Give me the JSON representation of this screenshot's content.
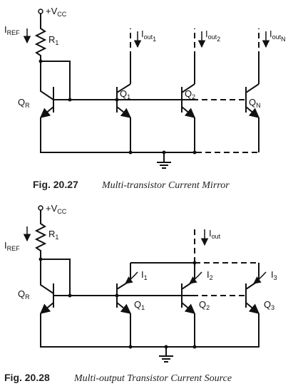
{
  "figure1": {
    "supply": {
      "plus": "+V",
      "sub": "CC"
    },
    "iref": {
      "main": "I",
      "sub": "REF"
    },
    "r1": {
      "main": "R",
      "sub": "1"
    },
    "qr": {
      "main": "Q",
      "sub": "R"
    },
    "q1": {
      "main": "Q",
      "sub": "1"
    },
    "q2": {
      "main": "Q",
      "sub": "2"
    },
    "qn": {
      "main": "Q",
      "sub": "N"
    },
    "iout1": {
      "main": "I",
      "sub": "out",
      "sub2": "1"
    },
    "iout2": {
      "main": "I",
      "sub": "out",
      "sub2": "2"
    },
    "ioutn": {
      "main": "I",
      "sub": "out",
      "sub2": "N"
    },
    "caption_number": "Fig. 20.27",
    "caption_title": "Multi-transistor Current Mirror"
  },
  "figure2": {
    "supply": {
      "plus": "+V",
      "sub": "CC"
    },
    "iref": {
      "main": "I",
      "sub": "REF"
    },
    "r1": {
      "main": "R",
      "sub": "1"
    },
    "qr": {
      "main": "Q",
      "sub": "R"
    },
    "q1": {
      "main": "Q",
      "sub": "1"
    },
    "q2": {
      "main": "Q",
      "sub": "2"
    },
    "q3": {
      "main": "Q",
      "sub": "3"
    },
    "i1": {
      "main": "I",
      "sub": "1"
    },
    "i2": {
      "main": "I",
      "sub": "2"
    },
    "i3": {
      "main": "I",
      "sub": "3"
    },
    "iout": {
      "main": "I",
      "sub": "out"
    },
    "caption_number": "Fig. 20.28",
    "caption_title": "Multi-output Transistor Current Source"
  }
}
